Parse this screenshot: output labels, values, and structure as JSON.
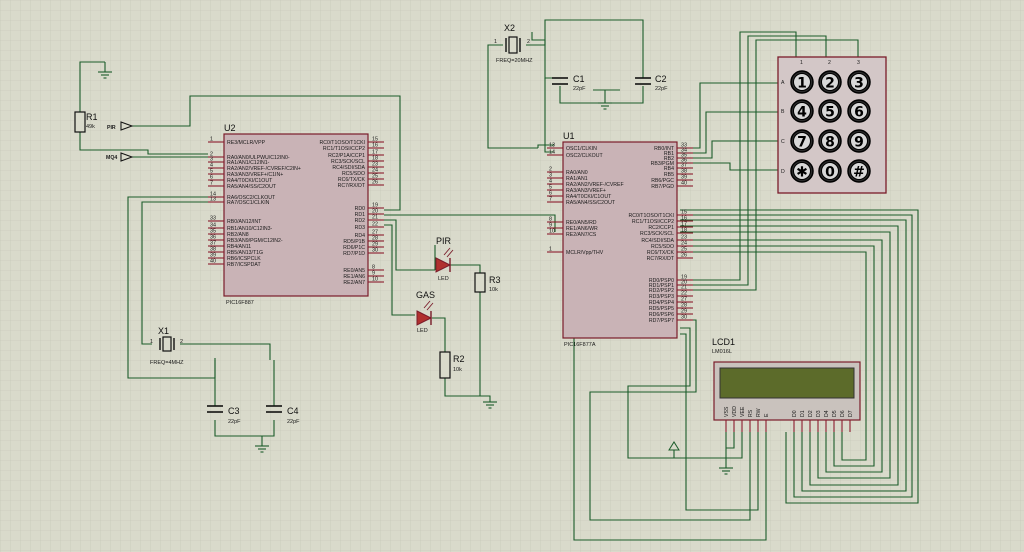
{
  "u2": {
    "ref": "U2",
    "part": "PIC16F887",
    "left_pins": [
      {
        "label": "RE3/MCLR/VPP",
        "num": "1"
      },
      {
        "label": "RA0/AN0/ULPWU/C12IN0-",
        "num": "2"
      },
      {
        "label": "RA1/AN1/C12IN1-",
        "num": "3"
      },
      {
        "label": "RA2/AN2/VREF-/CVREF/C2IN+",
        "num": "4"
      },
      {
        "label": "RA3/AN3/VREF+/C1IN+",
        "num": "5"
      },
      {
        "label": "RA4/T0CKI/C1OUT",
        "num": "6"
      },
      {
        "label": "RA5/AN4/SS/C2OUT",
        "num": "7"
      },
      {
        "label": "RA6/OSC2/CLKOUT",
        "num": "14"
      },
      {
        "label": "RA7/OSC1/CLKIN",
        "num": "13"
      },
      {
        "label": "RB0/AN12/INT",
        "num": "33"
      },
      {
        "label": "RB1/AN10/C12IN3-",
        "num": "34"
      },
      {
        "label": "RB2/AN8",
        "num": "35"
      },
      {
        "label": "RB3/AN9/PGM/C12IN2-",
        "num": "36"
      },
      {
        "label": "RB4/AN11",
        "num": "37"
      },
      {
        "label": "RB5/AN13/T1G",
        "num": "38"
      },
      {
        "label": "RB6/ICSPCLK",
        "num": "39"
      },
      {
        "label": "RB7/ICSPDAT",
        "num": "40"
      }
    ],
    "right_pins": [
      {
        "label": "RC0/T1OSO/T1CKI",
        "num": "15"
      },
      {
        "label": "RC1/T1OSI/CCP2",
        "num": "16"
      },
      {
        "label": "RC2/P1A/CCP1",
        "num": "17"
      },
      {
        "label": "RC3/SCK/SCL",
        "num": "18"
      },
      {
        "label": "RC4/SDI/SDA",
        "num": "23"
      },
      {
        "label": "RC5/SDO",
        "num": "24"
      },
      {
        "label": "RC6/TX/CK",
        "num": "25"
      },
      {
        "label": "RC7/RX/DT",
        "num": "26"
      },
      {
        "label": "RD0",
        "num": "19"
      },
      {
        "label": "RD1",
        "num": "20"
      },
      {
        "label": "RD2",
        "num": "21"
      },
      {
        "label": "RD3",
        "num": "22"
      },
      {
        "label": "RD4",
        "num": "27"
      },
      {
        "label": "RD5/P1B",
        "num": "28"
      },
      {
        "label": "RD6/P1C",
        "num": "29"
      },
      {
        "label": "RD7/P1D",
        "num": "30"
      },
      {
        "label": "RE0/AN5",
        "num": "8"
      },
      {
        "label": "RE1/AN6",
        "num": "9"
      },
      {
        "label": "RE2/AN7",
        "num": "10"
      }
    ]
  },
  "u1": {
    "ref": "U1",
    "part": "PIC16F877A",
    "left_pins": [
      {
        "label": "OSC1/CLKIN",
        "num": "13"
      },
      {
        "label": "OSC2/CLKOUT",
        "num": "14"
      },
      {
        "label": "RA0/AN0",
        "num": "2"
      },
      {
        "label": "RA1/AN1",
        "num": "3"
      },
      {
        "label": "RA2/AN2/VREF-/CVREF",
        "num": "4"
      },
      {
        "label": "RA3/AN3/VREF+",
        "num": "5"
      },
      {
        "label": "RA4/T0CKI/C1OUT",
        "num": "6"
      },
      {
        "label": "RA5/AN4/SS/C2OUT",
        "num": "7"
      },
      {
        "label": "RE0/AN5/RD",
        "num": "8"
      },
      {
        "label": "RE1/AN6/WR",
        "num": "9"
      },
      {
        "label": "RE2/AN7/CS",
        "num": "10"
      },
      {
        "label": "MCLR/Vpp/THV",
        "num": "1"
      }
    ],
    "right_pins": [
      {
        "label": "RB0/INT",
        "num": "33"
      },
      {
        "label": "RB1",
        "num": "34"
      },
      {
        "label": "RB2",
        "num": "35"
      },
      {
        "label": "RB3/PGM",
        "num": "36"
      },
      {
        "label": "RB4",
        "num": "37"
      },
      {
        "label": "RB5",
        "num": "38"
      },
      {
        "label": "RB6/PGC",
        "num": "39"
      },
      {
        "label": "RB7/PGD",
        "num": "40"
      },
      {
        "label": "RC0/T1OSO/T1CKI",
        "num": "15"
      },
      {
        "label": "RC1/T1OSI/CCP2",
        "num": "16"
      },
      {
        "label": "RC2/CCP1",
        "num": "17"
      },
      {
        "label": "RC3/SCK/SCL",
        "num": "18"
      },
      {
        "label": "RC4/SDI/SDA",
        "num": "23"
      },
      {
        "label": "RC5/SDO",
        "num": "24"
      },
      {
        "label": "RC6/TX/CK",
        "num": "25"
      },
      {
        "label": "RC7/RX/DT",
        "num": "26"
      },
      {
        "label": "RD0/PSP0",
        "num": "19"
      },
      {
        "label": "RD1/PSP1",
        "num": "20"
      },
      {
        "label": "RD2/PSP2",
        "num": "21"
      },
      {
        "label": "RD3/PSP3",
        "num": "22"
      },
      {
        "label": "RD4/PSP4",
        "num": "27"
      },
      {
        "label": "RD5/PSP5",
        "num": "28"
      },
      {
        "label": "RD6/PSP6",
        "num": "29"
      },
      {
        "label": "RD7/PSP7",
        "num": "30"
      }
    ]
  },
  "resistors": [
    {
      "ref": "R1",
      "value": "49k"
    },
    {
      "ref": "R2",
      "value": "10k"
    },
    {
      "ref": "R3",
      "value": "10k"
    }
  ],
  "capacitors": [
    {
      "ref": "C1",
      "value": "22pF"
    },
    {
      "ref": "C2",
      "value": "22pF"
    },
    {
      "ref": "C3",
      "value": "22pF"
    },
    {
      "ref": "C4",
      "value": "22pF"
    }
  ],
  "crystals": [
    {
      "ref": "X1",
      "value": "FREQ=4MHZ",
      "pin1": "1",
      "pin2": "2"
    },
    {
      "ref": "X2",
      "value": "FREQ=20MHZ",
      "pin1": "1",
      "pin2": "2"
    }
  ],
  "leds": [
    {
      "ref": "PIR",
      "part": "LED"
    },
    {
      "ref": "GAS",
      "part": "LED"
    }
  ],
  "terminals": [
    {
      "label": "PIR"
    },
    {
      "label": "MQ4"
    }
  ],
  "keypad": {
    "rows": [
      "A",
      "B",
      "C",
      "D"
    ],
    "cols": [
      "1",
      "2",
      "3"
    ],
    "keys": [
      "1",
      "2",
      "3",
      "4",
      "5",
      "6",
      "7",
      "8",
      "9",
      "✱",
      "0",
      "#"
    ]
  },
  "lcd": {
    "ref": "LCD1",
    "part": "LM016L",
    "pins": [
      "VSS",
      "VDD",
      "VEE",
      "RS",
      "RW",
      "E",
      "D0",
      "D1",
      "D2",
      "D3",
      "D4",
      "D5",
      "D6",
      "D7"
    ],
    "screen_color": "#5c6b2a"
  },
  "colors": {
    "wire": "#1b5c2a",
    "chip_fill": "#c9b3b6",
    "chip_border": "#7a1c2a",
    "grid": "#c4c5b6",
    "background": "#d9dacb"
  }
}
